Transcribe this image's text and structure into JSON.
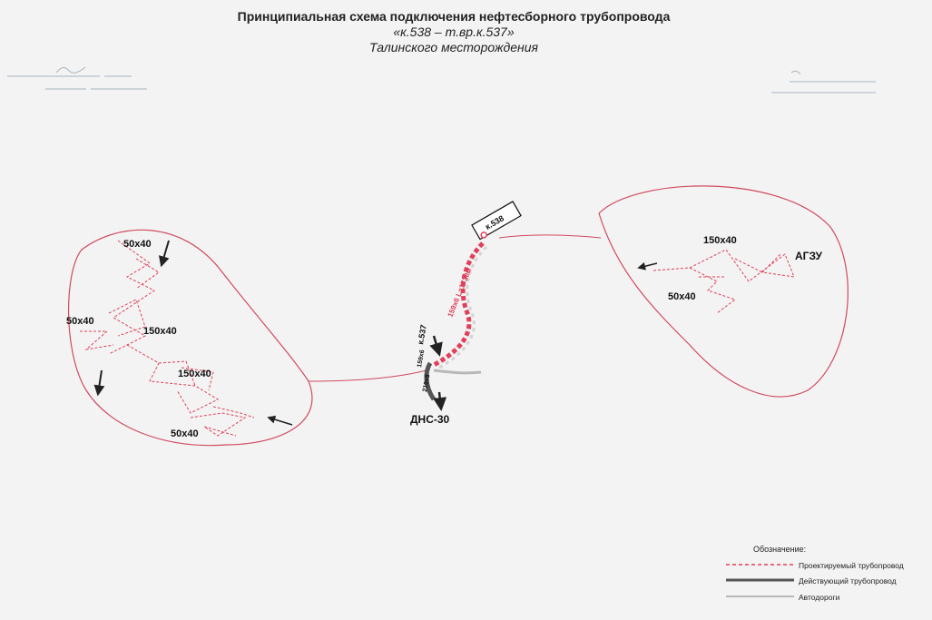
{
  "title": {
    "line1": "Принципиальная схема подключения нефтесборного трубопровода",
    "line2": "«к.538 – т.вр.к.537»",
    "line3": "Талинского месторождения"
  },
  "labels": {
    "left_50x40_top": "50x40",
    "left_50x40_mid": "50x40",
    "left_150x40_a": "150x40",
    "left_150x40_b": "150x40",
    "left_50x40_bottom": "50x40",
    "right_150x40": "150x40",
    "right_50x40": "50x40",
    "agzu": "АГЗУ",
    "k538": "к.538",
    "k537": "к.537",
    "dns30": "ДНС-30",
    "pipe_spec": "159х6 L=1730м",
    "d159": "159х6",
    "d219": "219х8"
  },
  "legend": {
    "title": "Обозначение:",
    "items": [
      {
        "label": "Проектируемый трубопровод",
        "color": "#e0405a",
        "style": "dashed"
      },
      {
        "label": "Действующий трубопровод",
        "color": "#555555",
        "style": "solid-thick"
      },
      {
        "label": "Автодороги",
        "color": "#b8b8b8",
        "style": "solid"
      }
    ]
  },
  "colors": {
    "outline": "#d04a60",
    "projected": "#e0405a",
    "existing": "#555555",
    "road": "#b8b8b8",
    "arrow": "#222222"
  }
}
